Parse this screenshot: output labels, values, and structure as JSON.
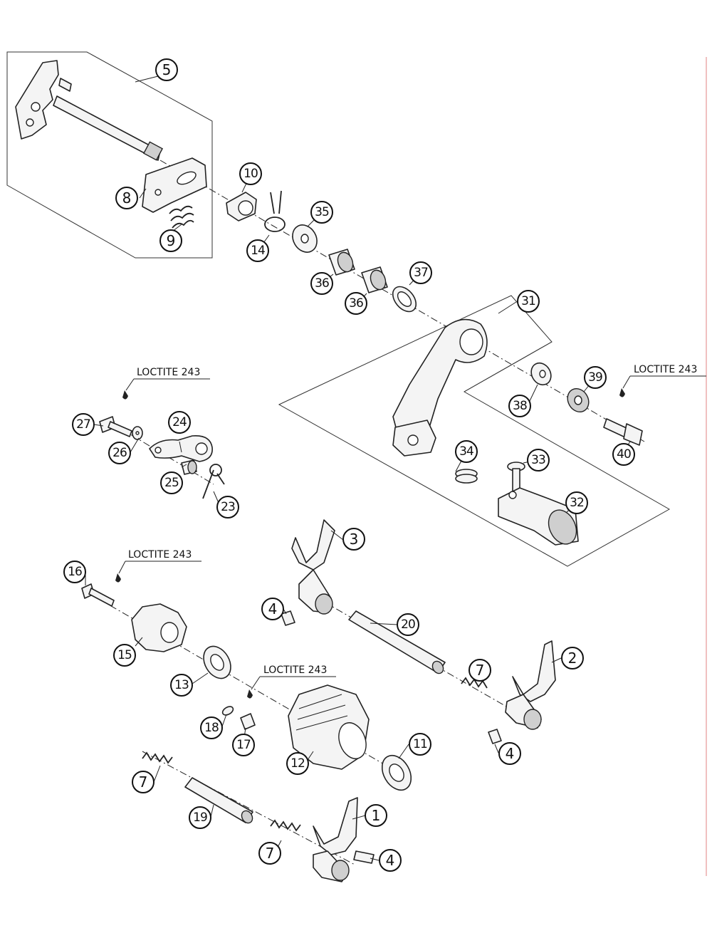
{
  "parts": {
    "p1": "1",
    "p2": "2",
    "p3": "3",
    "p4a": "4",
    "p4b": "4",
    "p4c": "4",
    "p5": "5",
    "p7a": "7",
    "p7b": "7",
    "p7c": "7",
    "p8": "8",
    "p9": "9",
    "p10": "10",
    "p11": "11",
    "p12": "12",
    "p13": "13",
    "p14": "14",
    "p15": "15",
    "p16": "16",
    "p17": "17",
    "p18": "18",
    "p19": "19",
    "p20": "20",
    "p23": "23",
    "p24": "24",
    "p25": "25",
    "p26": "26",
    "p27": "27",
    "p31": "31",
    "p32": "32",
    "p33": "33",
    "p34": "34",
    "p35": "35",
    "p36a": "36",
    "p36b": "36",
    "p37": "37",
    "p38": "38",
    "p39": "39",
    "p40": "40"
  },
  "notes": {
    "loctite_1": "LOCTITE 243",
    "loctite_2": "LOCTITE 243",
    "loctite_3": "LOCTITE 243",
    "loctite_4": "LOCTITE 243"
  },
  "colors": {
    "line": "#222222",
    "edge_rule": "#e08080"
  }
}
